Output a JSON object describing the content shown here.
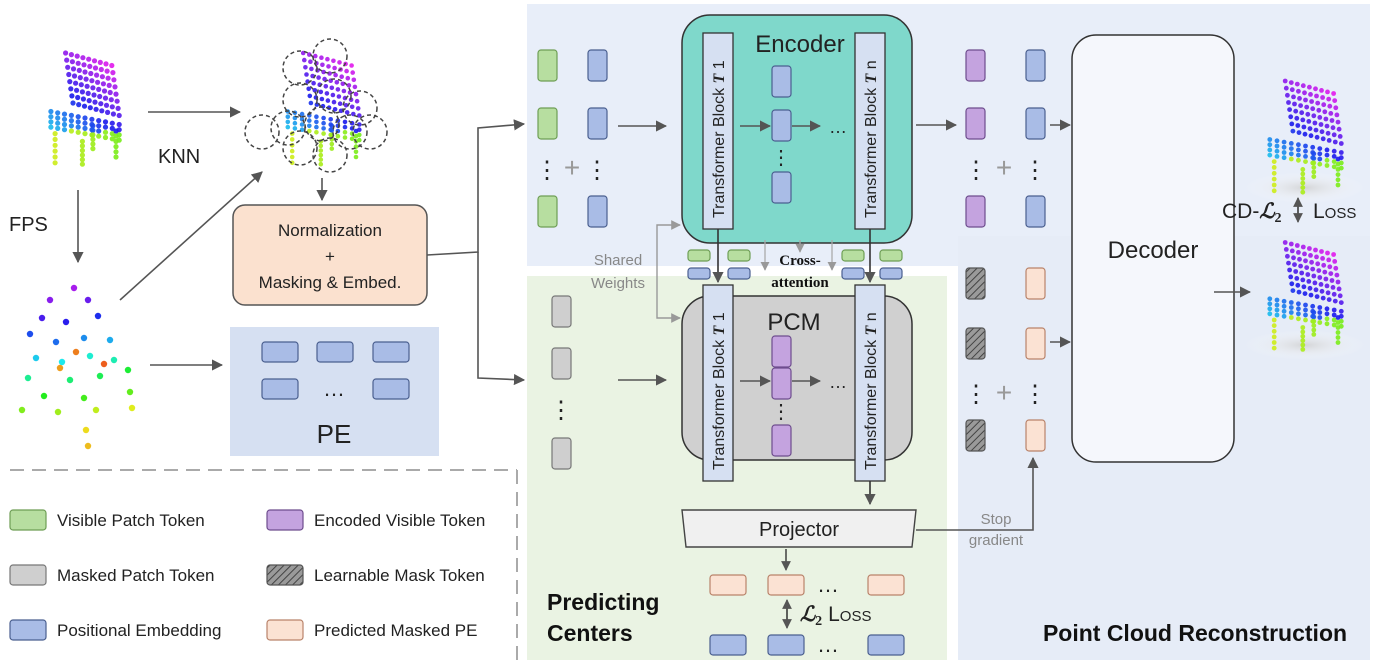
{
  "colors": {
    "visible": "#b7dea0",
    "visible_stroke": "#6e9e55",
    "masked": "#cfcfcf",
    "masked_stroke": "#777777",
    "positional": "#a9bce6",
    "positional_stroke": "#4a5f8f",
    "encoded": "#c4a3df",
    "encoded_stroke": "#6e4d8e",
    "predicted": "#fbe2d3",
    "predicted_stroke": "#b9836a",
    "encoder_fill": "#7fd8cb",
    "pcm_fill": "#d0d0d0",
    "norm_fill": "#fbe1cf",
    "region_top": "#e8eef9",
    "region_left": "#eaf3e3",
    "region_right": "#e6ecf7",
    "pe_fill": "#d6e0f2"
  },
  "labels": {
    "knn": "KNN",
    "fps": "FPS",
    "norm_line1": "Normalization",
    "norm_line2": "+",
    "norm_line3": "Masking & Embed.",
    "pe": "PE",
    "encoder": "Encoder",
    "pcm": "PCM",
    "tb1": "Transformer Block ",
    "tb_sym": "T",
    "tb1_idx": " 1",
    "tbn_idx": " n",
    "shared_1": "Shared",
    "shared_2": "Weights",
    "cross_1": "Cross-",
    "cross_2": "attention",
    "decoder": "Decoder",
    "projector": "Projector",
    "stop_1": "Stop",
    "stop_2": "gradient",
    "cd_loss_prefix": "CD-",
    "cd_loss_sym": "ℒ",
    "cd_loss_sub": "2",
    "cd_loss_word": "Loss",
    "l2_sym": "ℒ",
    "l2_sub": "2",
    "l2_word": "Loss",
    "predicting_1": "Predicting",
    "predicting_2": "Centers",
    "reconstruction": "Point Cloud Reconstruction",
    "ellipsis": "…",
    "vdots": "⋮",
    "plus": "+"
  },
  "legend": [
    {
      "key": "visible",
      "label": "Visible Patch Token"
    },
    {
      "key": "encoded",
      "label": "Encoded Visible Token"
    },
    {
      "key": "masked",
      "label": "Masked Patch Token"
    },
    {
      "key": "learnable",
      "label": "Learnable Mask Token"
    },
    {
      "key": "positional",
      "label": "Positional Embedding"
    },
    {
      "key": "predicted",
      "label": "Predicted Masked PE"
    }
  ]
}
